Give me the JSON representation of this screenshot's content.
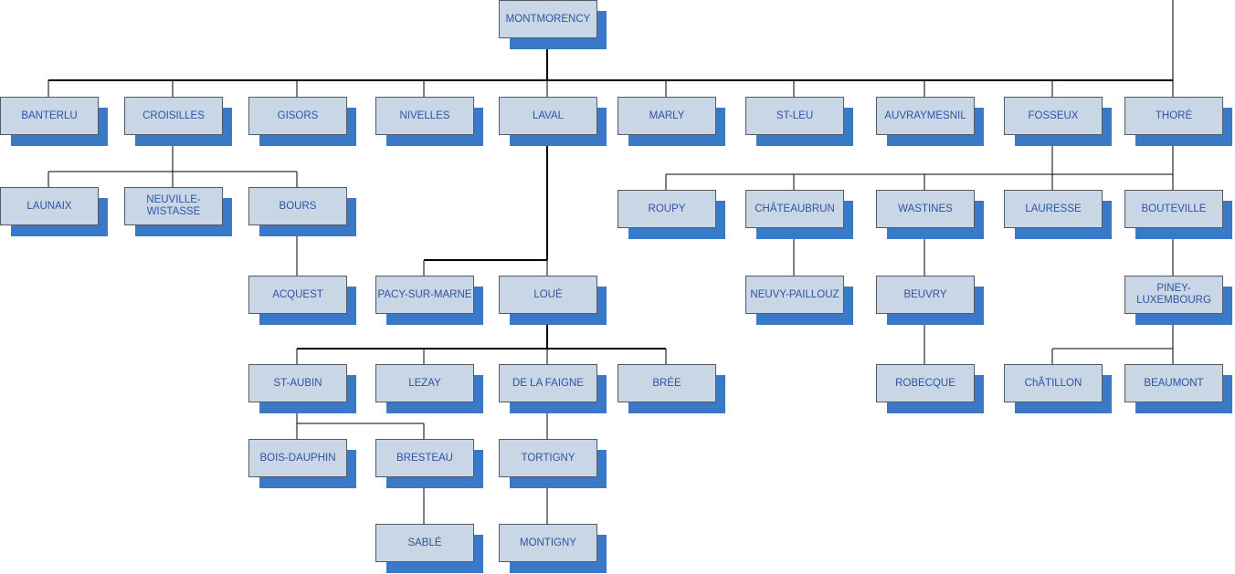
{
  "nodes": [
    {
      "id": "montmorency",
      "label": "MONTMORENCY",
      "parent": null
    },
    {
      "id": "banterlu",
      "label": "BANTERLU",
      "parent": "montmorency"
    },
    {
      "id": "croisilles",
      "label": "CROISILLES",
      "parent": "montmorency"
    },
    {
      "id": "gisors",
      "label": "GISORS",
      "parent": "montmorency"
    },
    {
      "id": "nivelles",
      "label": "NIVELLES",
      "parent": "montmorency"
    },
    {
      "id": "laval",
      "label": "LAVAL",
      "parent": "montmorency"
    },
    {
      "id": "marly",
      "label": "MARLY",
      "parent": "montmorency"
    },
    {
      "id": "st-leu",
      "label": "ST-LEU",
      "parent": "montmorency"
    },
    {
      "id": "auvraymesnil",
      "label": "AUVRAYMESNIL",
      "parent": "montmorency"
    },
    {
      "id": "fosseux",
      "label": "FOSSEUX",
      "parent": "montmorency"
    },
    {
      "id": "thore",
      "label": "THORÉ",
      "parent": "montmorency"
    },
    {
      "id": "launaix",
      "label": "LAUNAIX",
      "parent": "croisilles"
    },
    {
      "id": "neuville-wistasse",
      "label": "NEUVILLE-WISTASSE",
      "parent": "croisilles"
    },
    {
      "id": "bours",
      "label": "BOURS",
      "parent": "croisilles"
    },
    {
      "id": "acquest",
      "label": "ACQUEST",
      "parent": "bours"
    },
    {
      "id": "pacy-sur-marne",
      "label": "PACY-SUR-MARNE",
      "parent": "laval"
    },
    {
      "id": "loue",
      "label": "LOUÉ",
      "parent": "laval"
    },
    {
      "id": "st-aubin",
      "label": "ST-AUBIN",
      "parent": "loue"
    },
    {
      "id": "lezay",
      "label": "LEZAY",
      "parent": "loue"
    },
    {
      "id": "de-la-faigne",
      "label": "DE LA FAIGNE",
      "parent": "loue"
    },
    {
      "id": "bree",
      "label": "BRÉE",
      "parent": "loue"
    },
    {
      "id": "bois-dauphin",
      "label": "BOIS-DAUPHIN",
      "parent": "st-aubin"
    },
    {
      "id": "bresteau",
      "label": "BRESTEAU",
      "parent": "st-aubin"
    },
    {
      "id": "sable",
      "label": "SABLÉ",
      "parent": "bresteau"
    },
    {
      "id": "tortigny",
      "label": "TORTIGNY",
      "parent": "de-la-faigne"
    },
    {
      "id": "montigny",
      "label": "MONTIGNY",
      "parent": "tortigny"
    },
    {
      "id": "roupy",
      "label": "ROUPY",
      "parent": "fosseux"
    },
    {
      "id": "chateaubrun",
      "label": "CHÂTEAUBRUN",
      "parent": "fosseux"
    },
    {
      "id": "wastines",
      "label": "WASTINES",
      "parent": "fosseux"
    },
    {
      "id": "lauresse",
      "label": "LAURESSE",
      "parent": "fosseux"
    },
    {
      "id": "bouteville",
      "label": "BOUTEVILLE",
      "parent": "fosseux"
    },
    {
      "id": "neuvy-pailloux",
      "label": "NEUVY-PAILLOUZ",
      "parent": "chateaubrun"
    },
    {
      "id": "beuvry",
      "label": "BEUVRY",
      "parent": "wastines"
    },
    {
      "id": "robecque",
      "label": "ROBECQUE",
      "parent": "beuvry"
    },
    {
      "id": "piney-luxembourg",
      "label": "PINEY-LUXEMBOURG",
      "parent": "bouteville"
    },
    {
      "id": "chatillon",
      "label": "ChÂTILLON",
      "parent": "piney-luxembourg"
    },
    {
      "id": "beaumont",
      "label": "BEAUMONT",
      "parent": "piney-luxembourg"
    }
  ],
  "colors": {
    "box_fill": "#c8d6e6",
    "box_border": "#555a60",
    "shadow": "#3a78c8",
    "text": "#2e55a3",
    "connector": "#000000"
  }
}
